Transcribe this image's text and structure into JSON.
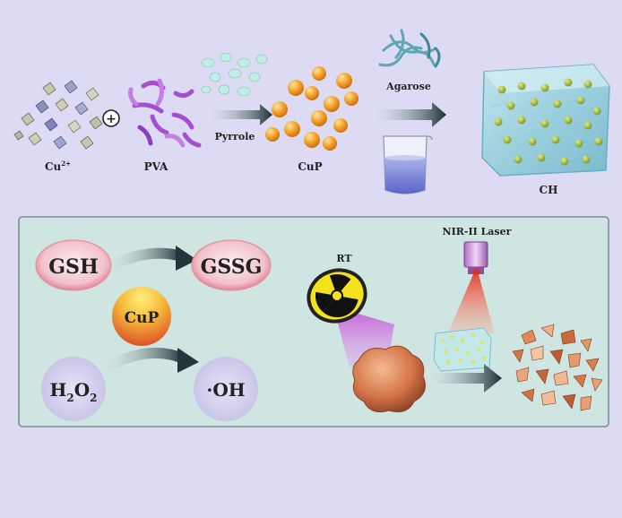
{
  "top": {
    "cu_label": "Cu",
    "cu_charge": "2+",
    "plus_symbol": "+",
    "pva_label": "PVA",
    "pyrrole_label": "Pyrrole",
    "cup_label": "CuP",
    "agarose_label": "Agarose",
    "ch_label": "CH"
  },
  "bottom": {
    "gsh_label": "GSH",
    "gssg_label": "GSSG",
    "cup_label": "CuP",
    "h2o2_h": "H",
    "h2o2_sub1": "2",
    "h2o2_o": "O",
    "h2o2_sub2": "2",
    "oh_label": "·OH",
    "rt_label": "RT",
    "laser_label": "NIR-II Laser"
  },
  "colors": {
    "background": "#dddbf4",
    "panel": "#cfe5e2",
    "cup_gold": "#f2a62c",
    "gsh_pink": "#e88a98",
    "arrow_dark": "#2c3a40"
  }
}
